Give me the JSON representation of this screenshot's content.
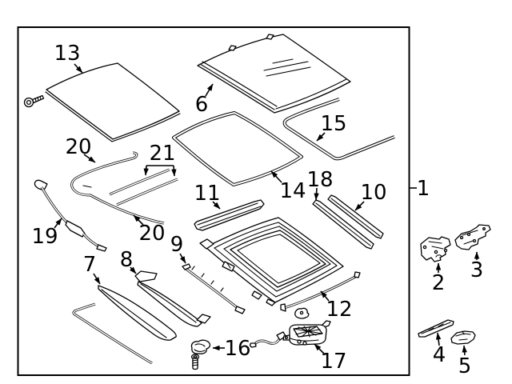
{
  "diagram": {
    "type": "exploded-parts-diagram",
    "background_color": "#ffffff",
    "line_color": "#000000",
    "labels": {
      "p1": "1",
      "p2": "2",
      "p3": "3",
      "p4": "4",
      "p5": "5",
      "p6": "6",
      "p7": "7",
      "p8": "8",
      "p9": "9",
      "p10": "10",
      "p11": "11",
      "p12": "12",
      "p13": "13",
      "p14": "14",
      "p15": "15",
      "p16": "16",
      "p17": "17",
      "p18": "18",
      "p19": "19",
      "p20a": "20",
      "p20b": "20",
      "p21": "21"
    }
  }
}
